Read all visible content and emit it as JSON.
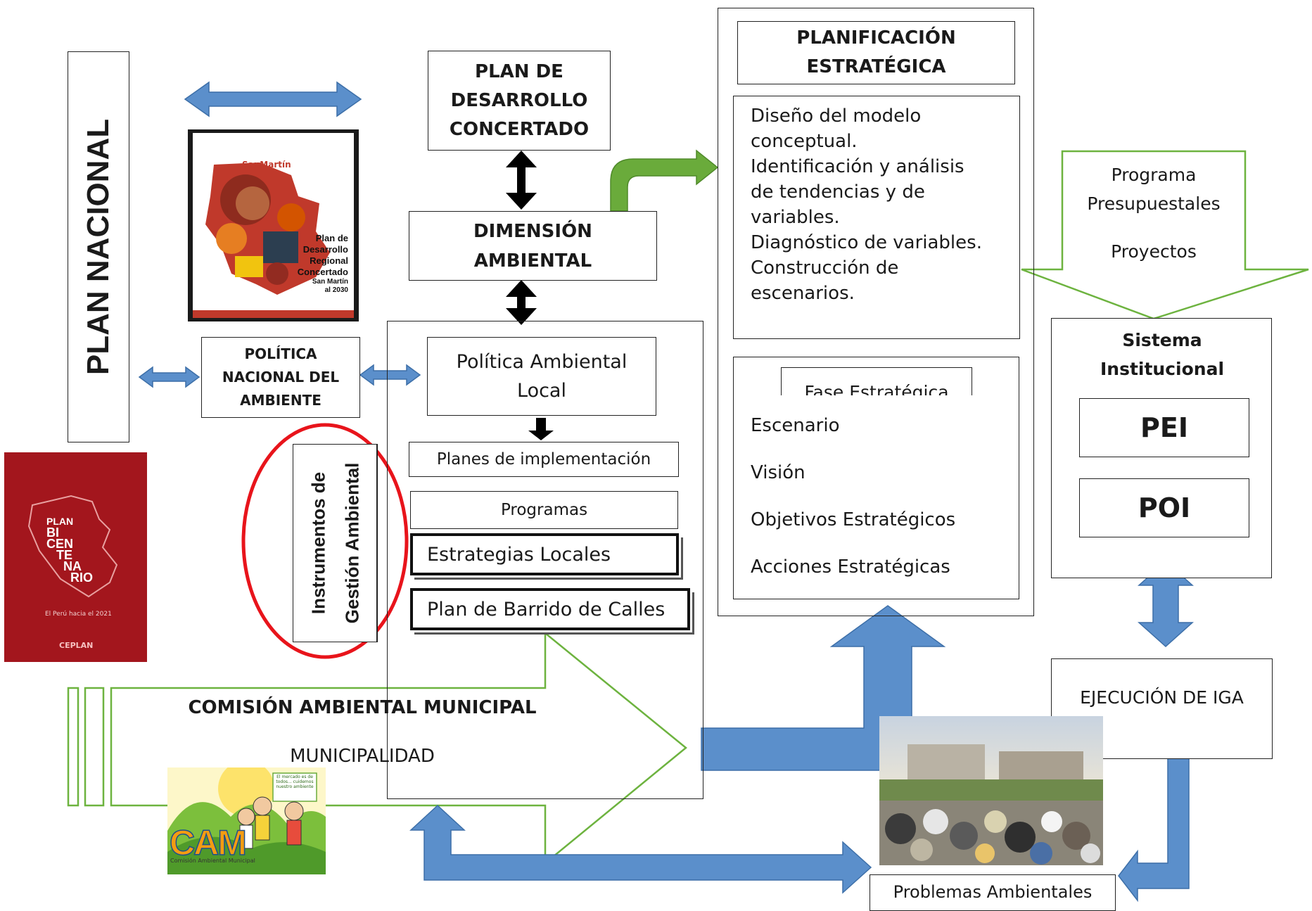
{
  "plan_nacional": "PLAN NACIONAL",
  "plan_desarrollo": {
    "line1": "PLAN DE",
    "line2": "DESARROLLO",
    "line3": "CONCERTADO"
  },
  "dimension_ambiental": {
    "line1": "DIMENSIÓN",
    "line2": "AMBIENTAL"
  },
  "politica_nacional": {
    "line1": "POLÍTICA",
    "line2": "NACIONAL DEL",
    "line3": "AMBIENTE"
  },
  "politica_local": {
    "line1": "Política Ambiental",
    "line2": "Local"
  },
  "planes_implementacion": "Planes de implementación",
  "programas": "Programas",
  "estrategias_locales": "Estrategias Locales",
  "plan_barrido": "Plan de Barrido de Calles",
  "instrumentos": {
    "line1": "Instrumentos de",
    "line2": "Gestión Ambiental"
  },
  "planificacion": {
    "line1": "PLANIFICACIÓN",
    "line2": "ESTRATÉGICA"
  },
  "planificacion_items": [
    "Diseño del modelo",
    "conceptual.",
    "Identificación y análisis",
    "de tendencias y de",
    "variables.",
    "Diagnóstico de variables.",
    "Construcción de",
    "escenarios."
  ],
  "fase_estrategica": {
    "title": "Fase Estratégica",
    "items": [
      "Escenario",
      "Visión",
      "Objetivos Estratégicos",
      "Acciones Estratégicas"
    ]
  },
  "programa_presupuestales": {
    "line1": "Programa",
    "line2": "Presupuestales",
    "line3": "Proyectos"
  },
  "sistema_institucional": {
    "line1": "Sistema",
    "line2": "Institucional",
    "pei": "PEI",
    "poi": "POI"
  },
  "ejecucion_iga": "EJECUCIÓN DE IGA",
  "problemas_ambientales": "Problemas Ambientales",
  "comision": {
    "title": "COMISIÓN AMBIENTAL MUNICIPAL",
    "subtitle": "MUNICIPALIDAD"
  },
  "cover_sanmartin": {
    "brand": "SanMartín",
    "lines": [
      "Plan de",
      "Desarrollo",
      "Regional",
      "Concertado",
      "San Martín",
      "al 2030"
    ]
  },
  "cover_bicentenario": {
    "lines": [
      "PLAN",
      "BI",
      "CEN",
      "TE",
      "NA",
      "RIO"
    ],
    "caption": "El Perú hacia el 2021",
    "logo": "CEPLAN"
  },
  "cam_logo": {
    "text": "CAM",
    "caption": "Comisión Ambiental Municipal",
    "sign": "El mercado es de todos... cuidemos nuestro ambiente"
  },
  "colors": {
    "blue_arrow": "#5b8fcb",
    "blue_stroke": "#3d6fa8",
    "green_arrow": "#6aab3b",
    "green_line": "#6db33f",
    "red_ellipse": "#e8141b"
  }
}
